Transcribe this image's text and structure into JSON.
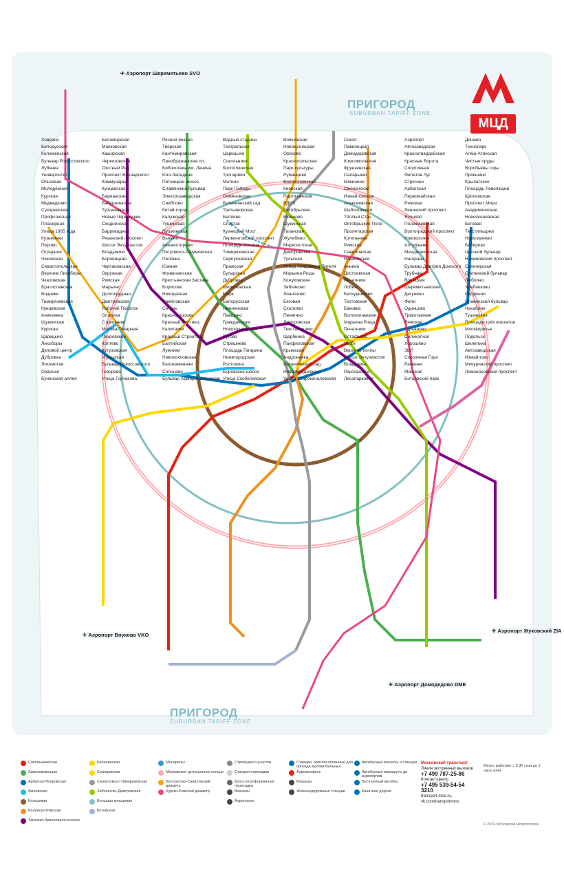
{
  "zone": {
    "top_title": "ПРИГОРОД",
    "top_sub": "SUBURBAN TARIFF ZONE",
    "bottom_title": "ПРИГОРОД",
    "bottom_sub": "SUBURBAN TARIFF ZONE"
  },
  "brand": {
    "metro_color": "#e31e24",
    "mcd_label": "МЦД"
  },
  "colors": {
    "line1": "#e42313",
    "line2": "#4baf4f",
    "line3": "#0072ba",
    "line4": "#1ebcef",
    "line5": "#8d5b2d",
    "line6": "#ed9121",
    "line7": "#800080",
    "line8": "#ffd702",
    "line9": "#999999",
    "line10": "#99cc00",
    "line11": "#82c0c0",
    "line12": "#a1b3d4",
    "line13": "#2e9ad0",
    "mcc": "#ffa8af",
    "mcd1": "#f7a600",
    "mcd2": "#ea4883",
    "bg": "#eef5f7"
  },
  "stations": [
    "Ховрино",
    "Беломорская",
    "Речной вокзал",
    "Водный стадион",
    "Войковская",
    "Сокол",
    "Аэропорт",
    "Динамо",
    "Белорусская",
    "Маяковская",
    "Тверская",
    "Театральная",
    "Новокузнецкая",
    "Павелецкая",
    "Автозаводская",
    "Технопарк",
    "Коломенская",
    "Каширская",
    "Кантемировская",
    "Царицыно",
    "Орехово",
    "Домодедовская",
    "Красногвардейская",
    "Алма-Атинская",
    "Бульвар Рокоссовского",
    "Черкизовская",
    "Преображенская пл.",
    "Сокольники",
    "Красносельская",
    "Комсомольская",
    "Красные Ворота",
    "Чистые пруды",
    "Лубянка",
    "Охотный Ряд",
    "Библиотека им. Ленина",
    "Кропоткинская",
    "Парк культуры",
    "Фрунзенская",
    "Спортивная",
    "Воробьёвы горы",
    "Университет",
    "Проспект Вернадского",
    "Юго-Западная",
    "Тропарёво",
    "Румянцево",
    "Саларьево",
    "Филатов Луг",
    "Прокшино",
    "Ольховая",
    "Коммунарка",
    "Пятницкое шоссе",
    "Митино",
    "Волоколамская",
    "Мякинино",
    "Строгино",
    "Крылатское",
    "Молодёжная",
    "Кунцевская",
    "Славянский бульвар",
    "Парк Победы",
    "Киевская",
    "Смоленская",
    "Арбатская",
    "Площадь Революции",
    "Курская",
    "Бауманская",
    "Электрозаводская",
    "Семёновская",
    "Партизанская",
    "Измайловская",
    "Первомайская",
    "Щёлковская",
    "Медведково",
    "Бабушкинская",
    "Свиблово",
    "Ботанический сад",
    "ВДНХ",
    "Алексеевская",
    "Рижская",
    "Проспект Мира",
    "Сухаревская",
    "Тургеневская",
    "Китай-город",
    "Третьяковская",
    "Октябрьская",
    "Шаболовская",
    "Ленинский проспект",
    "Академическая",
    "Профсоюзная",
    "Новые Черёмушки",
    "Калужская",
    "Беляево",
    "Коньково",
    "Тёплый Стан",
    "Ясенево",
    "Новоясеневская",
    "Планерная",
    "Сходненская",
    "Тушинская",
    "Спартак",
    "Щукинская",
    "Октябрьское Поле",
    "Полежаевская",
    "Беговая",
    "Улица 1905 года",
    "Баррикадная",
    "Пушкинская",
    "Кузнецкий Мост",
    "Таганская",
    "Пролетарская",
    "Волгоградский проспект",
    "Текстильщики",
    "Кузьминки",
    "Рязанский проспект",
    "Выхино",
    "Лермонтовский проспект",
    "Жулебино",
    "Котельники",
    "Новокосино",
    "Новогиреево",
    "Перово",
    "Шоссе Энтузиастов",
    "Авиамоторная",
    "Площадь Ильича",
    "Марксистская",
    "Римская",
    "Алтуфьево",
    "Бибирево",
    "Отрадное",
    "Владыкино",
    "Петровско-Разумовская",
    "Тимирязевская",
    "Дмитровская",
    "Савёловская",
    "Менделеевская",
    "Цветной бульвар",
    "Чеховская",
    "Боровицкая",
    "Полянка",
    "Серпуховская",
    "Тульская",
    "Нагатинская",
    "Нагорная",
    "Нахимовский проспект",
    "Севастопольская",
    "Чертановская",
    "Южная",
    "Пражская",
    "Улица Академика Янгеля",
    "Аннино",
    "Бульвар Дмитрия Донского",
    "Селигерская",
    "Верхние Лихоборы",
    "Окружная",
    "Фонвизинская",
    "Бутырская",
    "Марьина Роща",
    "Достоевская",
    "Трубная",
    "Сретенский бульвар",
    "Чкаловская",
    "Римская",
    "Крестьянская Застава",
    "Дубровка",
    "Кожуховская",
    "Печатники",
    "Волжская",
    "Люблино",
    "Братиславская",
    "Марьино",
    "Борисово",
    "Шипиловская",
    "Зябликово",
    "Лобня",
    "Шереметьевская",
    "Хлебниково",
    "Водники",
    "Долгопрудная",
    "Новодачная",
    "Марк",
    "Лианозово",
    "Бескудниково",
    "Дегунино",
    "Окружная",
    "Тимирязевская",
    "Дмитровская",
    "Савёловская",
    "Белорусская",
    "Беговая",
    "Тестовская",
    "Фили",
    "Славянский бульвар",
    "Кунцевская",
    "Рабочий Посёлок",
    "Сетунь",
    "Немчиновка",
    "Сколково",
    "Баковка",
    "Одинцово",
    "Нахабино",
    "Аникеевка",
    "Опалиха",
    "Красногорская",
    "Павшино",
    "Пенягино",
    "Волоколамская",
    "Трикотажная",
    "Тушинская",
    "Щукинская",
    "Стрешнево",
    "Красный Балтиец",
    "Гражданская",
    "Дмитровская",
    "Марьина Роща",
    "Рижская",
    "Площадь трёх вокзалов",
    "Курская",
    "Москва-Товарная",
    "Калитники",
    "Новохохловская",
    "Текстильщики",
    "Печатники",
    "Курьяново",
    "Москворечье",
    "Царицыно",
    "Покровское",
    "Красный Строитель",
    "Бутово",
    "Щербинка",
    "Остафьево",
    "Силикатная",
    "Подольск",
    "Лихоборы",
    "Коптево",
    "Балтийская",
    "Стрешнево",
    "Панфиловская",
    "Зорге",
    "Хорошёво",
    "Шелепиха",
    "Деловой центр",
    "Кутузовская",
    "Лужники",
    "Площадь Гагарина",
    "Крымская",
    "Верхние Котлы",
    "ЗИЛ",
    "Автозаводская",
    "Дубровка",
    "Угрешская",
    "Новохохловская",
    "Нижегородская",
    "Андроновка",
    "Шоссе Энтузиастов",
    "Соколиная Гора",
    "Измайлово",
    "Локомотив",
    "Бульвар Рокоссовского",
    "Белокаменная",
    "Ростокино",
    "Ботанический сад",
    "Владыкино",
    "Раменки",
    "Мичуринский проспект",
    "Озёрная",
    "Говорово",
    "Солнцево",
    "Боровское шоссе",
    "Новопеределкино",
    "Рассказовка",
    "Минская",
    "Ломоносовский проспект",
    "Бунинская аллея",
    "Улица Горчакова",
    "Бульвар Адмирала Ушакова",
    "Улица Скобелевская",
    "Улица Старокачаловская",
    "Лесопарковая",
    "Битцевский парк"
  ],
  "airports": [
    "Аэропорт Шереметьево SVO",
    "Аэропорт Внуково VKO",
    "Аэропорт Домодедово DME",
    "Аэропорт Жуковский ZIA"
  ],
  "legend": {
    "col1": [
      "Сокольническая",
      "Замоскворецкая",
      "Арбатско-Покровская",
      "Филёвская",
      "Кольцевая",
      "Калужско-Рижская",
      "Таганско-Краснопресненская"
    ],
    "col2": [
      "Калининская",
      "Солнцевская",
      "Серпуховско-Тимирязевская",
      "Люблинско-Дмитровская",
      "Большая кольцевая",
      "Бутовская"
    ],
    "col3": [
      "Монорельс",
      "Московское центральное кольцо",
      "Белорусско-Савёловский диаметр",
      "Курско-Рижский диаметр"
    ],
    "col4": [
      "Строящиеся участки",
      "Станции пересадки",
      "Кросс-платформенная пересадка",
      "Вокзалы",
      "Аэропорты"
    ],
    "col5": [
      "Станции, приспособленные для проезда маломобильных пассажиров",
      "Аэроэкспресс",
      "Вокзалы",
      "Железнодорожные станции"
    ],
    "col6": [
      "Автобусные вокзалы и станции",
      "Автобусные маршруты до аэропортов",
      "Бесплатный автобус",
      "Канатная дорога"
    ]
  },
  "contacts": {
    "brand": "Московский транспорт",
    "label1": "Линия экстренных вызовов",
    "phone1": "+7 499 787-25-86",
    "label2": "Контакт-центр",
    "phone2": "+7 495 539-54-54",
    "short": "3210",
    "site": "transport.mos.ru, vk.com/transportmos"
  },
  "note": "Метро работает с 5:30 утра до 1 часа ночи",
  "corner_note": "© 2019, Московский метрополитен"
}
